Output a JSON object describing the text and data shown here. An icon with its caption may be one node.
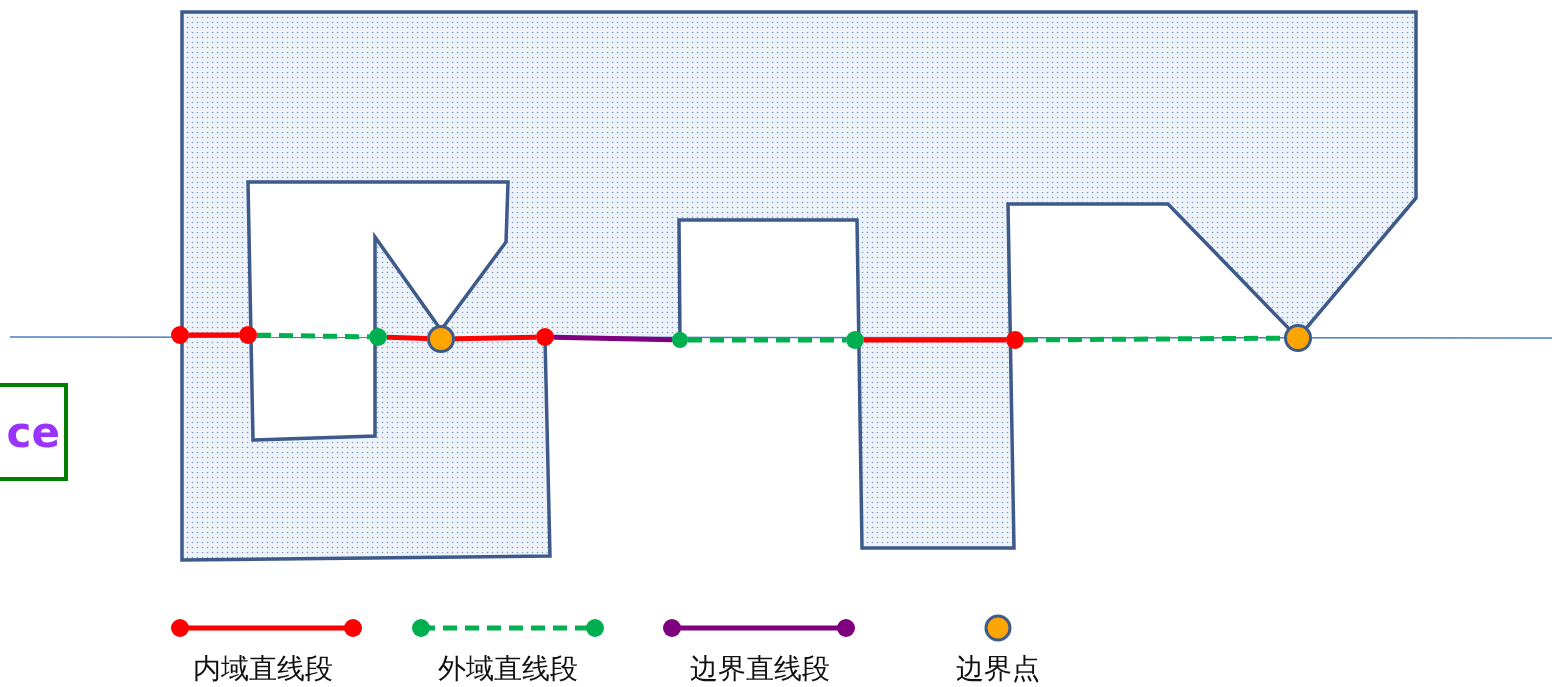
{
  "diagram": {
    "nodes": [
      {
        "text": [],
        "shape": "circle"
      },
      {
        "text": [],
        "shape": "circle"
      },
      {
        "text": [],
        "shape": "circle"
      },
      {
        "text": [],
        "shape": "circle"
      },
      {
        "text": [],
        "shape": "circle"
      },
      {
        "text": [],
        "shape": "circle"
      },
      {
        "text": [],
        "shape": "circle"
      },
      {
        "text": [],
        "shape": "circle"
      },
      {
        "text": [],
        "shape": "circle"
      },
      {
        "text": [
          "ce"
        ]
      }
    ],
    "edges": [
      {
        "from": 0,
        "to": 1,
        "arrow": "none"
      },
      {
        "from": 1,
        "to": 2,
        "arrow": "none",
        "style": "dashed",
        "color": "#00b050"
      },
      {
        "from": 2,
        "to": 3,
        "arrow": "none"
      },
      {
        "from": 3,
        "to": 4,
        "arrow": "none"
      },
      {
        "from": 4,
        "to": 5,
        "arrow": "none",
        "color": "#7f007f"
      },
      {
        "from": 5,
        "to": 6,
        "arrow": "none",
        "style": "dashed",
        "color": "#00b050"
      },
      {
        "from": 6,
        "to": 7,
        "arrow": "none"
      },
      {
        "from": 7,
        "to": 8,
        "arrow": "none",
        "style": "dashed",
        "color": "#00b050"
      }
    ],
    "legend": [
      {
        "text": "内域直线段"
      },
      {
        "text": "外域直线段"
      },
      {
        "text": "边界直线段"
      },
      {
        "text": "边界点"
      }
    ]
  }
}
